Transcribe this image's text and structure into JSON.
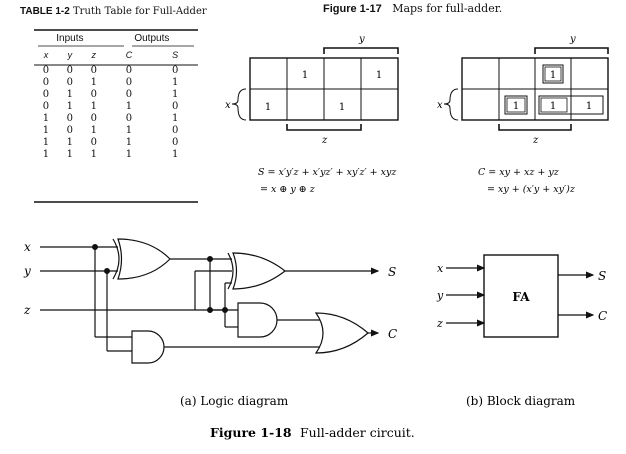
{
  "truth_table": {
    "caption_num": "TABLE 1-2",
    "caption_text": "Truth Table for Full-Adder",
    "group_inputs": "Inputs",
    "group_outputs": "Outputs",
    "columns": [
      "x",
      "y",
      "z",
      "C",
      "S"
    ],
    "rows": [
      [
        "0",
        "0",
        "0",
        "0",
        "0"
      ],
      [
        "0",
        "0",
        "1",
        "0",
        "1"
      ],
      [
        "0",
        "1",
        "0",
        "0",
        "1"
      ],
      [
        "0",
        "1",
        "1",
        "1",
        "0"
      ],
      [
        "1",
        "0",
        "0",
        "0",
        "1"
      ],
      [
        "1",
        "0",
        "1",
        "1",
        "0"
      ],
      [
        "1",
        "1",
        "0",
        "1",
        "0"
      ],
      [
        "1",
        "1",
        "1",
        "1",
        "1"
      ]
    ]
  },
  "maps": {
    "figure_num": "Figure 1-17",
    "figure_title": "Maps for full-adder.",
    "var_x": "x",
    "var_y": "y",
    "var_z": "z",
    "s_map_ones": [
      "1",
      "1",
      "1",
      "1"
    ],
    "c_map_ones": [
      "1",
      "1",
      "1",
      "1"
    ],
    "s_eq1": "S = x′y′z + x′yz′ + xy′z′ + xyz",
    "s_eq2": "= x ⊕ y ⊕ z",
    "c_eq1": "C = xy + xz + yz",
    "c_eq2": "= xy + (x′y + xy′)z"
  },
  "circuit": {
    "in_x": "x",
    "in_y": "y",
    "in_z": "z",
    "out_s": "S",
    "out_c": "C",
    "logic_caption": "(a) Logic diagram",
    "block_caption": "(b) Block diagram",
    "block_label": "FA",
    "figure_num": "Figure 1-18",
    "figure_title": "Full-adder circuit."
  }
}
